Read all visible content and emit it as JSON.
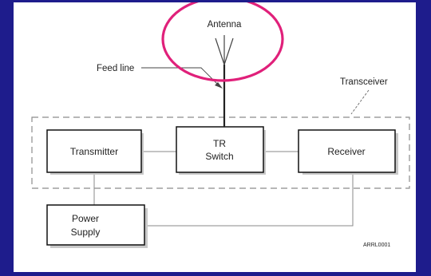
{
  "diagram": {
    "antenna_label": "Antenna",
    "feed_line_label": "Feed line",
    "transceiver_label": "Transceiver",
    "blocks": {
      "transmitter": "Transmitter",
      "tr_switch_line1": "TR",
      "tr_switch_line2": "Switch",
      "receiver": "Receiver",
      "power_supply_line1": "Power",
      "power_supply_line2": "Supply"
    },
    "figure_code": "ARRL0001",
    "colors": {
      "background": "#1e1c8c",
      "panel": "#ffffff",
      "highlight_circle": "#e0207a",
      "box_border": "#111111",
      "dashed_group": "#888888",
      "connector": "#8a8a8a"
    }
  }
}
